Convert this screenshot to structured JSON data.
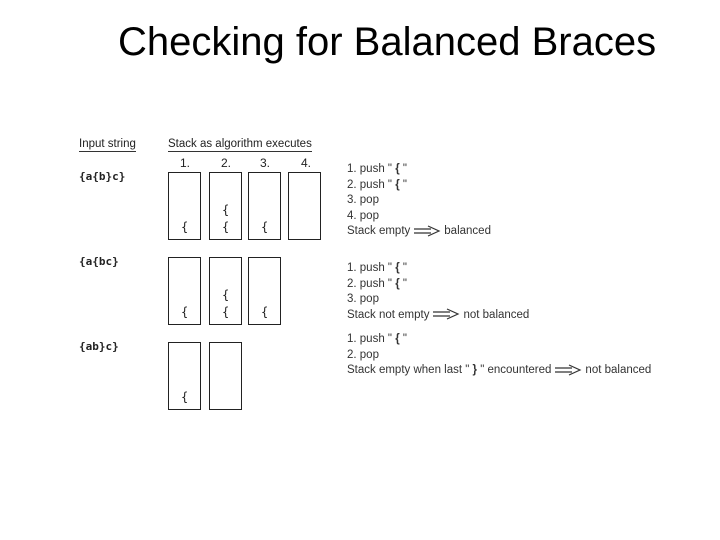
{
  "title": "Checking for Balanced Braces",
  "headers": {
    "input": "Input string",
    "stack": "Stack as algorithm executes",
    "columns": [
      "1.",
      "2.",
      "3.",
      "4."
    ]
  },
  "examples": [
    {
      "input": "{a{b}c}",
      "stacks": [
        [
          "{"
        ],
        [
          "{",
          "{"
        ],
        [
          "{"
        ],
        []
      ],
      "steps": [
        {
          "pre": "1. push \"",
          "quoted": "{",
          "post": "\""
        },
        {
          "pre": "2. push \"",
          "quoted": "{",
          "post": "\""
        },
        {
          "pre": "3. pop"
        },
        {
          "pre": "4. pop"
        }
      ],
      "result": {
        "pre": "Stack empty",
        "post": "balanced"
      }
    },
    {
      "input": "{a{bc}",
      "stacks": [
        [
          "{"
        ],
        [
          "{",
          "{"
        ],
        [
          "{"
        ]
      ],
      "steps": [
        {
          "pre": "1. push \"",
          "quoted": "{",
          "post": "\""
        },
        {
          "pre": "2. push \"",
          "quoted": "{",
          "post": "\""
        },
        {
          "pre": "3. pop"
        }
      ],
      "result": {
        "pre": "Stack not empty",
        "post": "not balanced"
      }
    },
    {
      "input": "{ab}c}",
      "stacks": [
        [
          "{"
        ],
        []
      ],
      "steps": [
        {
          "pre": "1. push \"",
          "quoted": "{",
          "post": "\""
        },
        {
          "pre": "2. pop"
        }
      ],
      "result": {
        "pre": "Stack empty when last \"",
        "quoted": "}",
        "mid": "\" encountered",
        "post": "not balanced"
      }
    }
  ]
}
